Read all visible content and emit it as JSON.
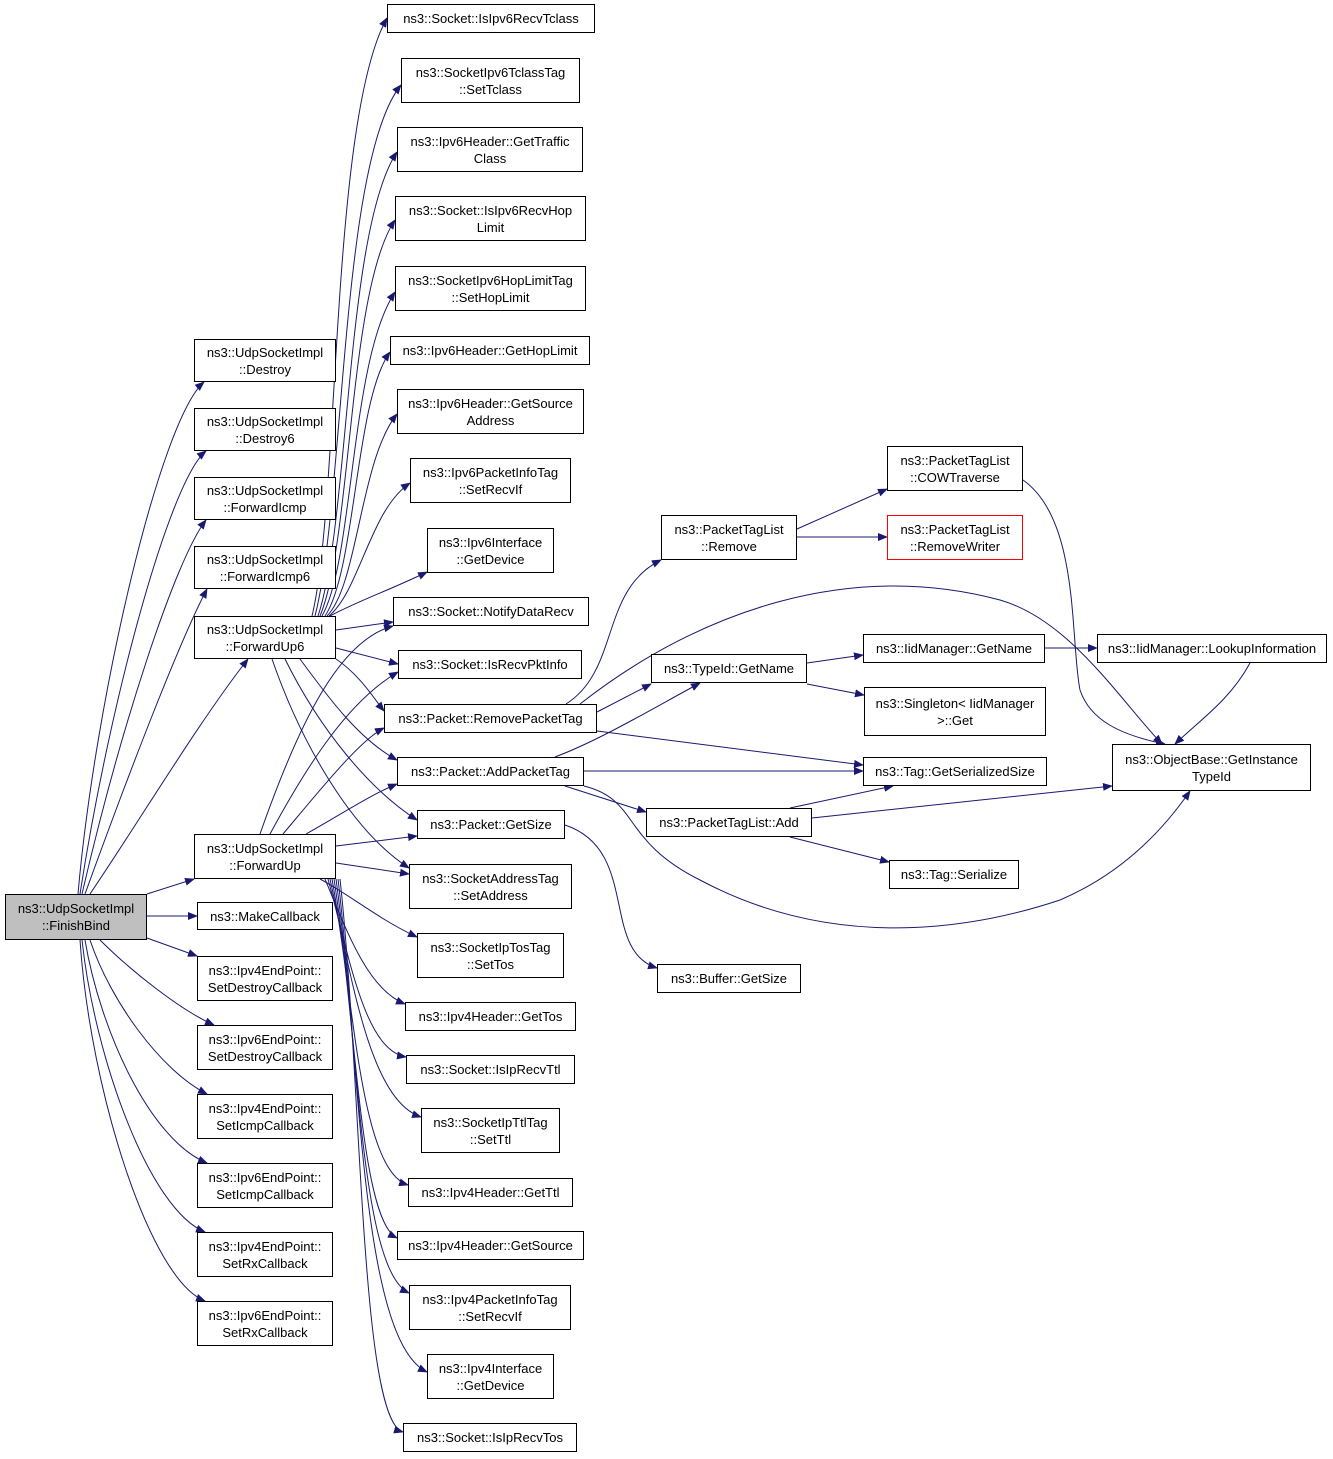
{
  "colors": {
    "edge": "#191970",
    "border": "#000000",
    "root_fill": "#bfbfbf",
    "truncated_border": "#ff0000"
  },
  "nodes": {
    "finishbind": {
      "l1": "ns3::UdpSocketImpl",
      "l2": "::FinishBind"
    },
    "destroy": {
      "l1": "ns3::UdpSocketImpl",
      "l2": "::Destroy"
    },
    "destroy6": {
      "l1": "ns3::UdpSocketImpl",
      "l2": "::Destroy6"
    },
    "forwardicmp": {
      "l1": "ns3::UdpSocketImpl",
      "l2": "::ForwardIcmp"
    },
    "forwardicmp6": {
      "l1": "ns3::UdpSocketImpl",
      "l2": "::ForwardIcmp6"
    },
    "forwardup6": {
      "l1": "ns3::UdpSocketImpl",
      "l2": "::ForwardUp6"
    },
    "forwardup": {
      "l1": "ns3::UdpSocketImpl",
      "l2": "::ForwardUp"
    },
    "makecallback": {
      "l1": "ns3::MakeCallback"
    },
    "v4setdestroy": {
      "l1": "ns3::Ipv4EndPoint::",
      "l2": "SetDestroyCallback"
    },
    "v6setdestroy": {
      "l1": "ns3::Ipv6EndPoint::",
      "l2": "SetDestroyCallback"
    },
    "v4seticmp": {
      "l1": "ns3::Ipv4EndPoint::",
      "l2": "SetIcmpCallback"
    },
    "v6seticmp": {
      "l1": "ns3::Ipv6EndPoint::",
      "l2": "SetIcmpCallback"
    },
    "v4setrx": {
      "l1": "ns3::Ipv4EndPoint::",
      "l2": "SetRxCallback"
    },
    "v6setrx": {
      "l1": "ns3::Ipv6EndPoint::",
      "l2": "SetRxCallback"
    },
    "isipv6recvtclass": {
      "l1": "ns3::Socket::IsIpv6RecvTclass"
    },
    "settclass": {
      "l1": "ns3::SocketIpv6TclassTag",
      "l2": "::SetTclass"
    },
    "gettraffic": {
      "l1": "ns3::Ipv6Header::GetTraffic",
      "l2": "Class"
    },
    "isipv6recvhop": {
      "l1": "ns3::Socket::IsIpv6RecvHop",
      "l2": "Limit"
    },
    "sethoplimit": {
      "l1": "ns3::SocketIpv6HopLimitTag",
      "l2": "::SetHopLimit"
    },
    "v6gethoplimit": {
      "l1": "ns3::Ipv6Header::GetHopLimit"
    },
    "v6getsource": {
      "l1": "ns3::Ipv6Header::GetSource",
      "l2": "Address"
    },
    "v6setrecvif": {
      "l1": "ns3::Ipv6PacketInfoTag",
      "l2": "::SetRecvIf"
    },
    "v6getdevice": {
      "l1": "ns3::Ipv6Interface",
      "l2": "::GetDevice"
    },
    "notifydatarecv": {
      "l1": "ns3::Socket::NotifyDataRecv"
    },
    "isrecvpktinfo": {
      "l1": "ns3::Socket::IsRecvPktInfo"
    },
    "removepackettag": {
      "l1": "ns3::Packet::RemovePacketTag"
    },
    "addpackettag": {
      "l1": "ns3::Packet::AddPacketTag"
    },
    "packetgetsize": {
      "l1": "ns3::Packet::GetSize"
    },
    "setaddress": {
      "l1": "ns3::SocketAddressTag",
      "l2": "::SetAddress"
    },
    "settos": {
      "l1": "ns3::SocketIpTosTag",
      "l2": "::SetTos"
    },
    "v4gettos": {
      "l1": "ns3::Ipv4Header::GetTos"
    },
    "isiprecvttl": {
      "l1": "ns3::Socket::IsIpRecvTtl"
    },
    "setttl": {
      "l1": "ns3::SocketIpTtlTag",
      "l2": "::SetTtl"
    },
    "v4getttl": {
      "l1": "ns3::Ipv4Header::GetTtl"
    },
    "v4getsource": {
      "l1": "ns3::Ipv4Header::GetSource"
    },
    "v4setrecvif": {
      "l1": "ns3::Ipv4PacketInfoTag",
      "l2": "::SetRecvIf"
    },
    "v4getdevice": {
      "l1": "ns3::Ipv4Interface",
      "l2": "::GetDevice"
    },
    "isiprecvtos": {
      "l1": "ns3::Socket::IsIpRecvTos"
    },
    "ptlremove": {
      "l1": "ns3::PacketTagList",
      "l2": "::Remove"
    },
    "typeidgetname": {
      "l1": "ns3::TypeId::GetName"
    },
    "ptladd": {
      "l1": "ns3::PacketTagList::Add"
    },
    "buffergetsize": {
      "l1": "ns3::Buffer::GetSize"
    },
    "cowtraverse": {
      "l1": "ns3::PacketTagList",
      "l2": "::COWTraverse"
    },
    "removewriter": {
      "l1": "ns3::PacketTagList",
      "l2": "::RemoveWriter"
    },
    "iidgetname": {
      "l1": "ns3::IidManager::GetName"
    },
    "singletonget": {
      "l1": "ns3::Singleton< IidManager",
      "l2": ">::Get"
    },
    "tagserialsize": {
      "l1": "ns3::Tag::GetSerializedSize"
    },
    "tagserialize": {
      "l1": "ns3::Tag::Serialize"
    },
    "lookupinfo": {
      "l1": "ns3::IidManager::LookupInformation"
    },
    "getinstancetypeid": {
      "l1": "ns3::ObjectBase::GetInstance",
      "l2": "TypeId"
    }
  }
}
